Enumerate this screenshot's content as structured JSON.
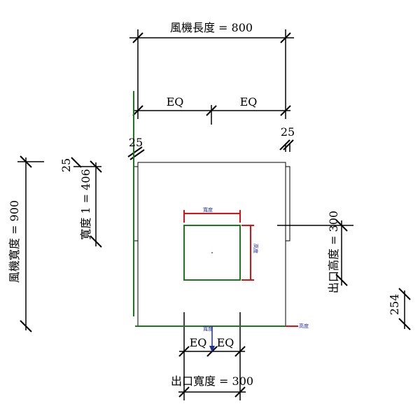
{
  "dimensions": {
    "fan_length": "風機長度 = 800",
    "eq_top_left": "EQ",
    "eq_top_right": "EQ",
    "offset_left_top": "25",
    "offset_right_top": "25",
    "fan_width": "風機寬度 = 900",
    "width1": "寬度 1 = 406",
    "offset_width1": "25",
    "outlet_height": "出口高度 = 300",
    "outlet_width": "出口寬度 = 300",
    "eq_bottom_left": "EQ",
    "eq_bottom_right": "EQ",
    "right_offset": "254"
  },
  "labels": {
    "inner_width": "寬度",
    "inner_height": "高度",
    "ref_height": "高度",
    "ref_width": "寬度"
  },
  "colors": {
    "line": "#000000",
    "green": "#1a7a1a",
    "red": "#dd1111",
    "blue": "#1f2f9a"
  }
}
